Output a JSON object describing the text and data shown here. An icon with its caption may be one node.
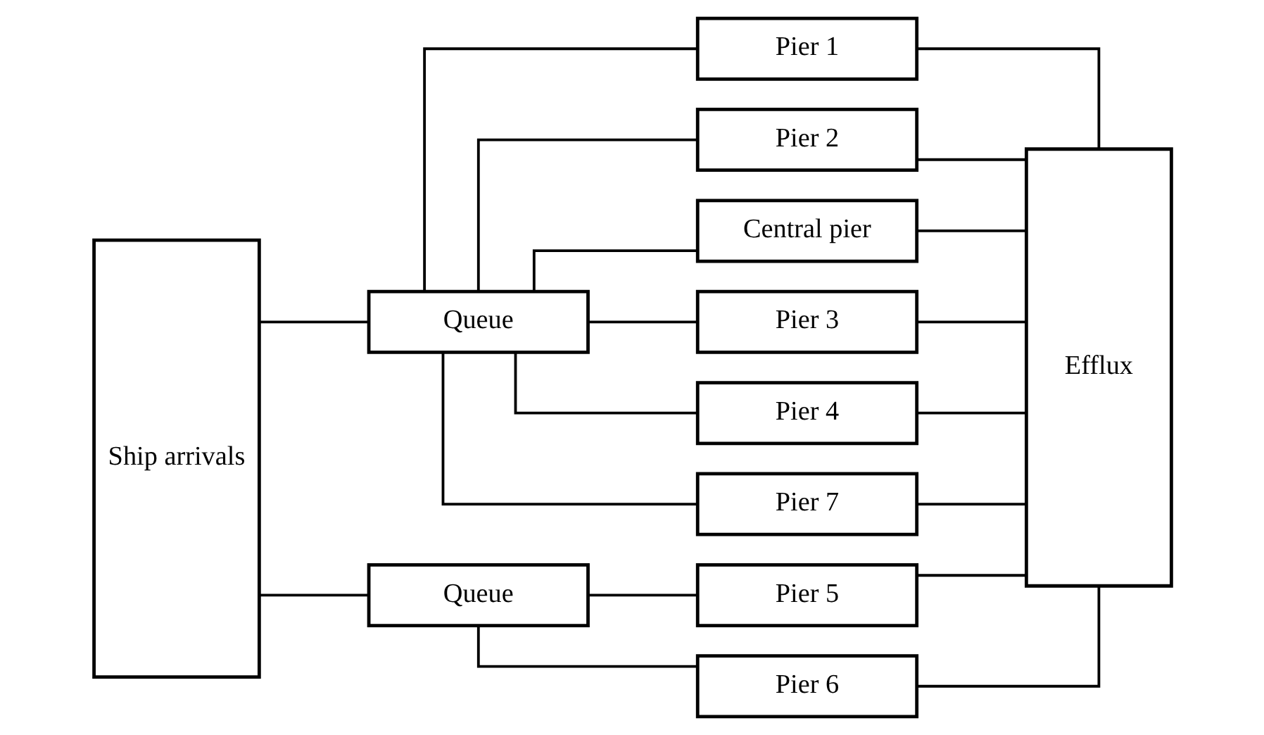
{
  "diagram": {
    "nodes": [
      {
        "text": [
          "Ship arrivals"
        ]
      },
      {
        "text": [
          "Queue"
        ]
      },
      {
        "text": [
          "Pier 1"
        ]
      },
      {
        "text": [
          "Pier 2"
        ]
      },
      {
        "text": [
          "Central pier"
        ]
      },
      {
        "text": [
          "Pier 3"
        ]
      },
      {
        "text": [
          "Pier 4"
        ]
      },
      {
        "text": [
          "Pier 7"
        ]
      },
      {
        "text": [
          "Queue"
        ]
      },
      {
        "text": [
          "Pier 5"
        ]
      },
      {
        "text": [
          "Pier 6"
        ]
      },
      {
        "text": [
          "Efflux"
        ]
      }
    ],
    "edges": [
      {
        "from": 0,
        "to": 1,
        "arrow": "none"
      },
      {
        "from": 0,
        "to": 8,
        "arrow": "none"
      },
      {
        "from": 1,
        "to": 2,
        "arrow": "none"
      },
      {
        "from": 1,
        "to": 3,
        "arrow": "none"
      },
      {
        "from": 1,
        "to": 4,
        "arrow": "none"
      },
      {
        "from": 1,
        "to": 5,
        "arrow": "none"
      },
      {
        "from": 1,
        "to": 6,
        "arrow": "none"
      },
      {
        "from": 1,
        "to": 7,
        "arrow": "none"
      },
      {
        "from": 8,
        "to": 9,
        "arrow": "none"
      },
      {
        "from": 8,
        "to": 10,
        "arrow": "none"
      },
      {
        "from": 2,
        "to": 11,
        "arrow": "none"
      },
      {
        "from": 3,
        "to": 11,
        "arrow": "none"
      },
      {
        "from": 4,
        "to": 11,
        "arrow": "none"
      },
      {
        "from": 5,
        "to": 11,
        "arrow": "none"
      },
      {
        "from": 6,
        "to": 11,
        "arrow": "none"
      },
      {
        "from": 7,
        "to": 11,
        "arrow": "none"
      },
      {
        "from": 9,
        "to": 11,
        "arrow": "none"
      },
      {
        "from": 10,
        "to": 11,
        "arrow": "none"
      }
    ]
  }
}
